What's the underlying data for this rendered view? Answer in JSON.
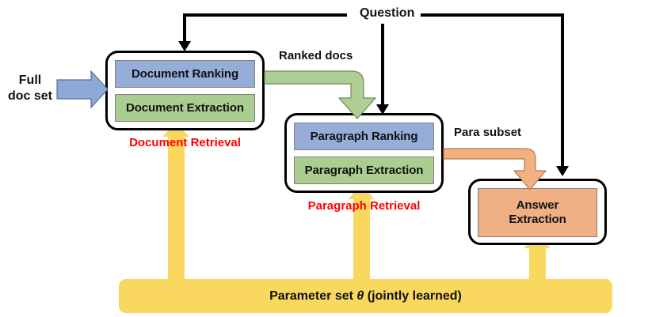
{
  "figure": {
    "title": "Joint document / paragraph retrieval and answer extraction pipeline",
    "colors": {
      "blue": "#96ACD9",
      "green": "#A9CE8F",
      "orange": "#F0B083",
      "yellow": "#FAD860",
      "red": "#FF0000",
      "black": "#000000",
      "white": "#FFFFFF"
    }
  },
  "inputs": {
    "full_doc_set_line1": "Full",
    "full_doc_set_line2": "doc set",
    "question": "Question"
  },
  "modules": {
    "document_retrieval": {
      "caption": "Document Retrieval",
      "blocks": [
        {
          "label": "Document Ranking",
          "color": "blue"
        },
        {
          "label": "Document Extraction",
          "color": "green"
        }
      ]
    },
    "paragraph_retrieval": {
      "caption": "Paragraph Retrieval",
      "blocks": [
        {
          "label": "Paragraph Ranking",
          "color": "blue"
        },
        {
          "label": "Paragraph Extraction",
          "color": "green"
        }
      ]
    },
    "answer": {
      "caption": "",
      "blocks": [
        {
          "label_line1": "Answer",
          "label_line2": "Extraction",
          "color": "orange"
        }
      ]
    }
  },
  "edges": {
    "ranked_docs": "Ranked docs",
    "para_subset": "Para subset"
  },
  "parameter_bar": {
    "prefix": "Parameter set ",
    "symbol": "θ",
    "suffix": " (jointly learned)",
    "full_text": "Parameter set θ (jointly learned)"
  }
}
